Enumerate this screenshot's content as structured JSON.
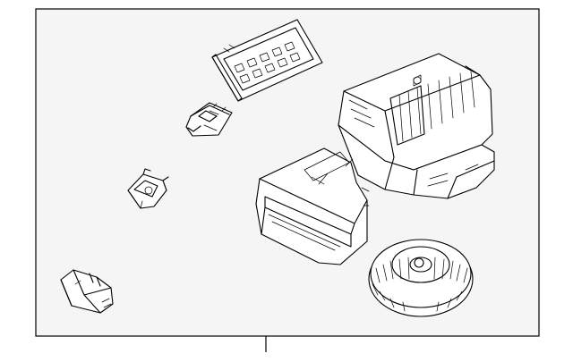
{
  "diagram": {
    "frame": {
      "background": "#f5f5f5",
      "stroke": "#000000"
    },
    "parts": [
      {
        "id": "air-filter",
        "icon": "filter-icon"
      },
      {
        "id": "resistor",
        "icon": "resistor-icon"
      },
      {
        "id": "actuator",
        "icon": "actuator-icon"
      },
      {
        "id": "servo-motor",
        "icon": "servo-icon"
      },
      {
        "id": "blower-housing",
        "icon": "housing-icon"
      },
      {
        "id": "blower-motor",
        "icon": "fan-icon"
      }
    ]
  }
}
